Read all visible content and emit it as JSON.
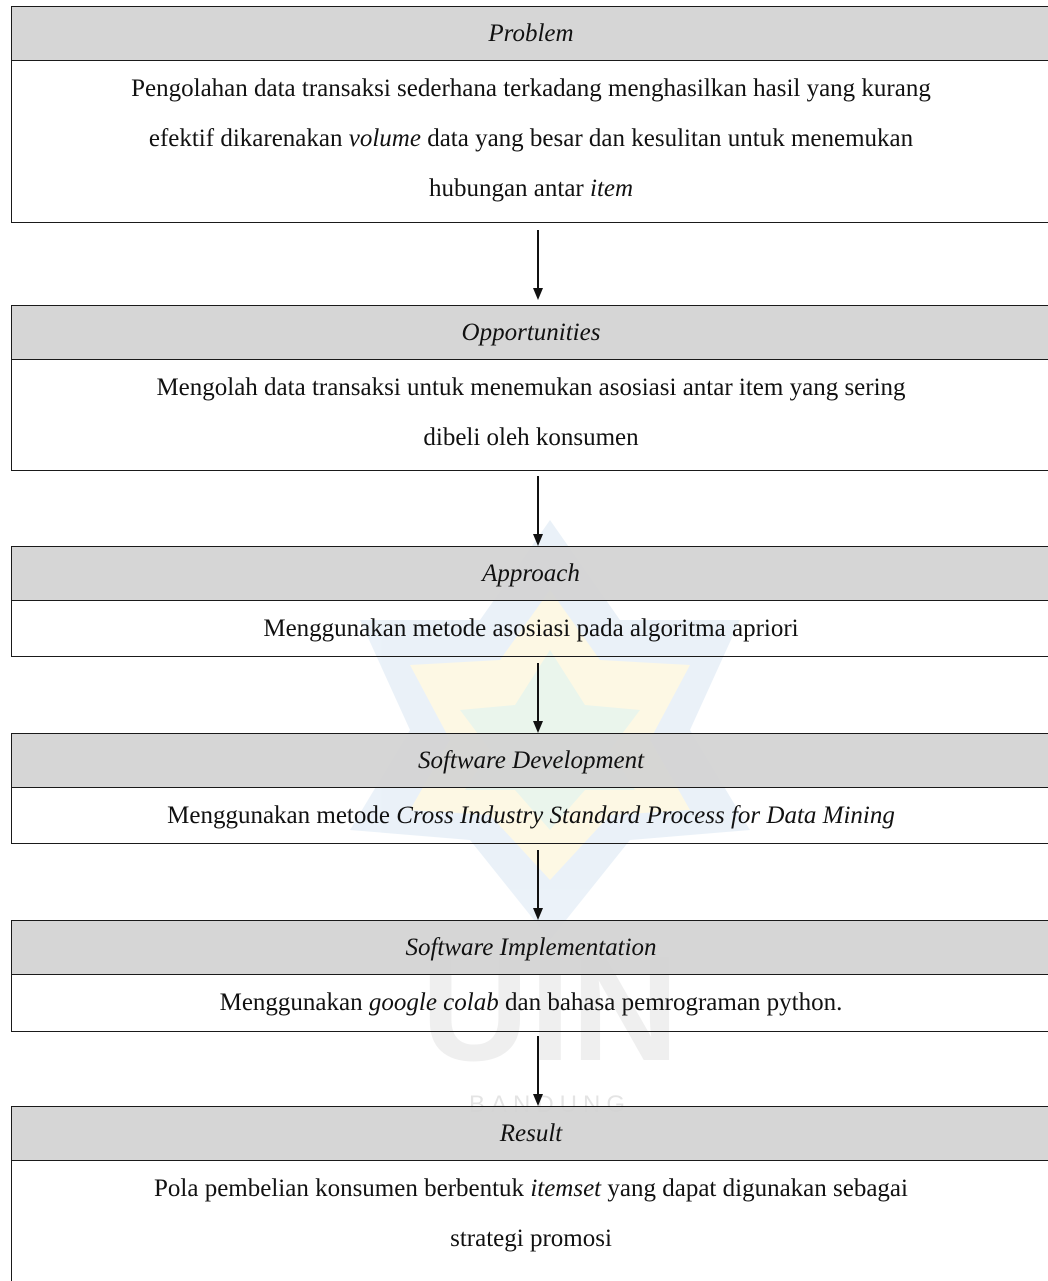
{
  "boxes": [
    {
      "header": "Problem",
      "body": [
        [
          {
            "t": "Pengolahan data transaksi sederhana terkadang menghasilkan hasil yang kurang"
          }
        ],
        [
          {
            "t": "efektif dikarenakan "
          },
          {
            "t": "volume",
            "i": true
          },
          {
            "t": " data yang besar dan kesulitan untuk menemukan"
          }
        ],
        [
          {
            "t": "hubungan antar "
          },
          {
            "t": "item",
            "i": true
          }
        ]
      ]
    },
    {
      "header": "Opportunities",
      "body": [
        [
          {
            "t": "Mengolah data transaksi untuk menemukan asosiasi antar item yang sering"
          }
        ],
        [
          {
            "t": "dibeli oleh konsumen"
          }
        ]
      ]
    },
    {
      "header": "Approach",
      "body": [
        [
          {
            "t": "Menggunakan metode asosiasi pada algoritma apriori"
          }
        ]
      ]
    },
    {
      "header": "Software Development",
      "body": [
        [
          {
            "t": "Menggunakan metode "
          },
          {
            "t": "Cross Industry Standard Process for Data Mining",
            "i": true
          }
        ]
      ]
    },
    {
      "header": "Software Implementation",
      "body": [
        [
          {
            "t": "Menggunakan "
          },
          {
            "t": "google colab",
            "i": true
          },
          {
            "t": " dan bahasa pemrograman python."
          }
        ]
      ]
    },
    {
      "header": "Result",
      "body": [
        [
          {
            "t": "Pola pembelian konsumen berbentuk "
          },
          {
            "t": "itemset",
            "i": true
          },
          {
            "t": " yang dapat digunakan sebagai"
          }
        ],
        [
          {
            "t": "strategi promosi"
          }
        ]
      ]
    }
  ],
  "watermark": {
    "text": "UIN",
    "subtext": "BANDUNG"
  }
}
